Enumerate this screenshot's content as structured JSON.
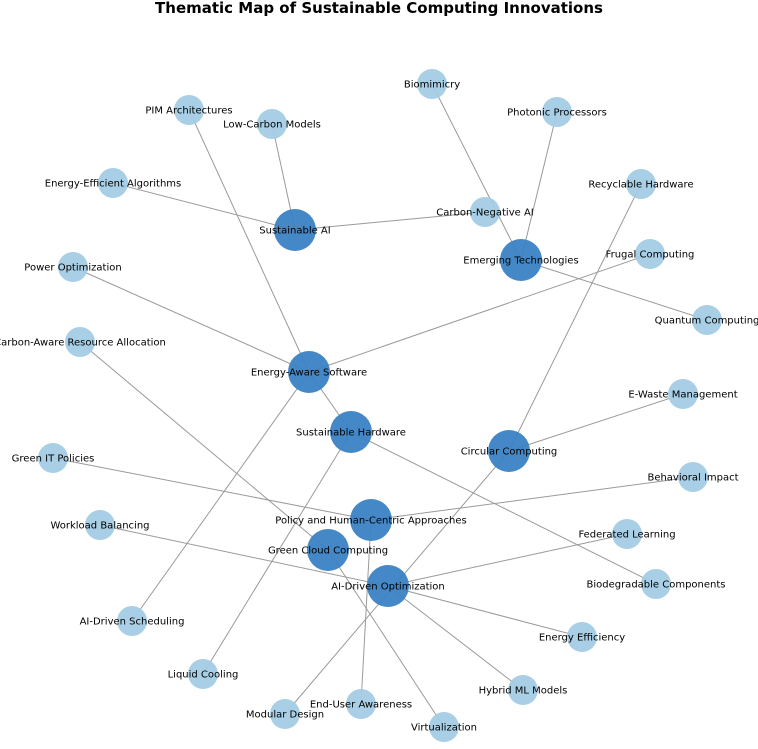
{
  "title": "Thematic Map of Sustainable Computing Innovations",
  "colors": {
    "hub": "#3a82c4",
    "leaf": "#a3cce4",
    "edge": "#9a9a9a"
  },
  "hubs": [
    {
      "id": "sustainable-ai",
      "label": "Sustainable AI"
    },
    {
      "id": "emerging-technologies",
      "label": "Emerging Technologies"
    },
    {
      "id": "energy-aware-software",
      "label": "Energy-Aware Software"
    },
    {
      "id": "sustainable-hardware",
      "label": "Sustainable Hardware"
    },
    {
      "id": "circular-computing",
      "label": "Circular Computing"
    },
    {
      "id": "policy-human-centric",
      "label": "Policy and Human-Centric Approaches"
    },
    {
      "id": "green-cloud-computing",
      "label": "Green Cloud Computing"
    },
    {
      "id": "ai-driven-optimization",
      "label": "AI-Driven Optimization"
    }
  ],
  "leaves": [
    {
      "id": "biomimicry",
      "label": "Biomimicry"
    },
    {
      "id": "photonic-processors",
      "label": "Photonic Processors"
    },
    {
      "id": "pim-architectures",
      "label": "PIM Architectures"
    },
    {
      "id": "low-carbon-models",
      "label": "Low-Carbon Models"
    },
    {
      "id": "recyclable-hardware",
      "label": "Recyclable Hardware"
    },
    {
      "id": "energy-efficient-algorithms",
      "label": "Energy-Efficient Algorithms"
    },
    {
      "id": "carbon-negative-ai",
      "label": "Carbon-Negative AI"
    },
    {
      "id": "frugal-computing",
      "label": "Frugal Computing"
    },
    {
      "id": "power-optimization",
      "label": "Power Optimization"
    },
    {
      "id": "quantum-computing",
      "label": "Quantum Computing"
    },
    {
      "id": "carbon-aware-resource-allocation",
      "label": "Carbon-Aware Resource Allocation"
    },
    {
      "id": "e-waste-management",
      "label": "E-Waste Management"
    },
    {
      "id": "green-it-policies",
      "label": "Green IT Policies"
    },
    {
      "id": "behavioral-impact",
      "label": "Behavioral Impact"
    },
    {
      "id": "workload-balancing",
      "label": "Workload Balancing"
    },
    {
      "id": "federated-learning",
      "label": "Federated Learning"
    },
    {
      "id": "biodegradable-components",
      "label": "Biodegradable Components"
    },
    {
      "id": "ai-driven-scheduling",
      "label": "AI-Driven Scheduling"
    },
    {
      "id": "energy-efficiency",
      "label": "Energy Efficiency"
    },
    {
      "id": "liquid-cooling",
      "label": "Liquid Cooling"
    },
    {
      "id": "hybrid-ml-models",
      "label": "Hybrid ML Models"
    },
    {
      "id": "end-user-awareness",
      "label": "End-User Awareness"
    },
    {
      "id": "modular-design",
      "label": "Modular Design"
    },
    {
      "id": "virtualization",
      "label": "Virtualization"
    }
  ],
  "edges": [
    [
      "sustainable-ai",
      "low-carbon-models"
    ],
    [
      "sustainable-ai",
      "energy-efficient-algorithms"
    ],
    [
      "sustainable-ai",
      "carbon-negative-ai"
    ],
    [
      "emerging-technologies",
      "biomimicry"
    ],
    [
      "emerging-technologies",
      "photonic-processors"
    ],
    [
      "emerging-technologies",
      "quantum-computing"
    ],
    [
      "energy-aware-software",
      "pim-architectures"
    ],
    [
      "energy-aware-software",
      "power-optimization"
    ],
    [
      "energy-aware-software",
      "frugal-computing"
    ],
    [
      "energy-aware-software",
      "ai-driven-scheduling"
    ],
    [
      "energy-aware-software",
      "sustainable-hardware"
    ],
    [
      "sustainable-hardware",
      "biodegradable-components"
    ],
    [
      "sustainable-hardware",
      "liquid-cooling"
    ],
    [
      "circular-computing",
      "recyclable-hardware"
    ],
    [
      "circular-computing",
      "e-waste-management"
    ],
    [
      "circular-computing",
      "modular-design"
    ],
    [
      "policy-human-centric",
      "green-it-policies"
    ],
    [
      "policy-human-centric",
      "behavioral-impact"
    ],
    [
      "policy-human-centric",
      "end-user-awareness"
    ],
    [
      "green-cloud-computing",
      "carbon-aware-resource-allocation"
    ],
    [
      "green-cloud-computing",
      "virtualization"
    ],
    [
      "ai-driven-optimization",
      "workload-balancing"
    ],
    [
      "ai-driven-optimization",
      "federated-learning"
    ],
    [
      "ai-driven-optimization",
      "energy-efficiency"
    ],
    [
      "ai-driven-optimization",
      "hybrid-ml-models"
    ]
  ]
}
